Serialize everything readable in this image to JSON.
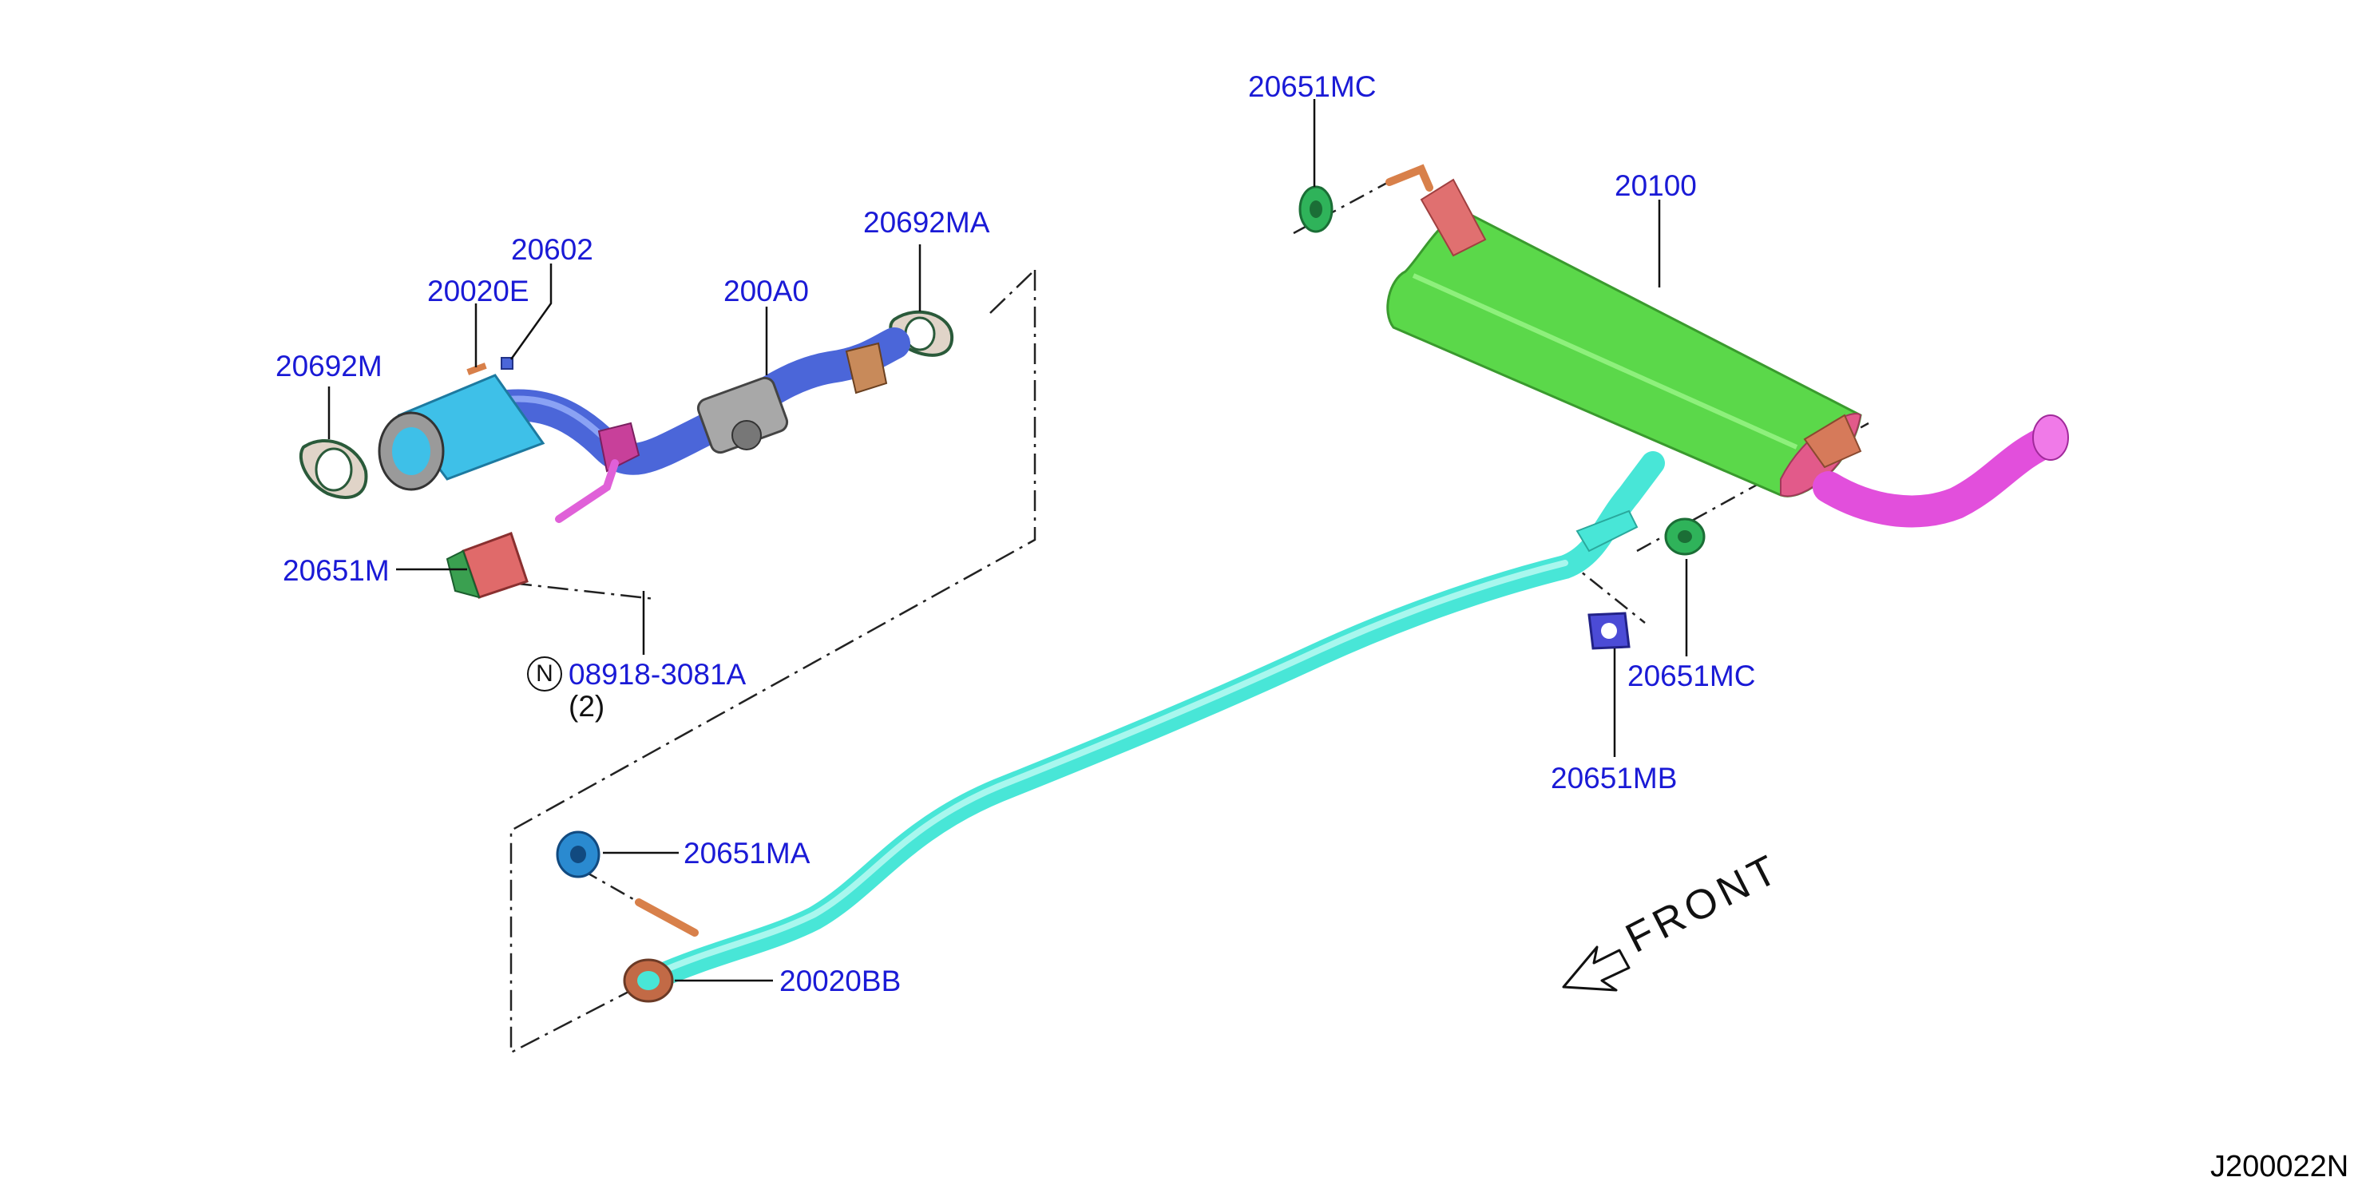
{
  "diagram_code": "J200022N",
  "front_label": "FRONT",
  "quantity_note": "(2)",
  "n_mark": "N",
  "colors": {
    "callout_text": "#1a1ad6",
    "catalyst_pipe": "#4b66d9",
    "catalyst": "#3ec0e8",
    "center_pipe": "#48e6d7",
    "main_muffler": "#5bd84a",
    "tail_pipe": "#e24fdc",
    "gasket": "#3a8a5a",
    "insulator": "#2fb35a",
    "bracket": "#d8704a"
  },
  "callouts": {
    "c20651MC_top": "20651MC",
    "c20100": "20100",
    "c20692MA": "20692MA",
    "c20602": "20602",
    "c20020E": "20020E",
    "c200A0": "200A0",
    "c20692M": "20692M",
    "c20651M": "20651M",
    "c08918": "08918-3081A",
    "c20651MC_right": "20651MC",
    "c20651MB": "20651MB",
    "c20651MA": "20651MA",
    "c20020BB": "20020BB"
  }
}
